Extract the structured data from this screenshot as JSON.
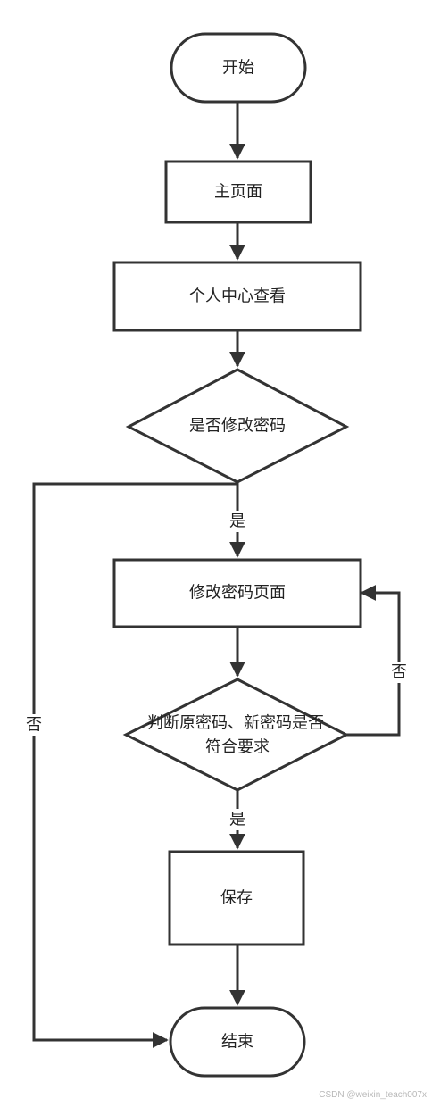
{
  "flowchart": {
    "nodes": {
      "start": "开始",
      "home": "主页面",
      "profile": "个人中心查看",
      "decision_change": "是否修改密码",
      "change_page": "修改密码页面",
      "decision_check_line1": "判断原密码、新密码是否",
      "decision_check_line2": "符合要求",
      "save": "保存",
      "end": "结束"
    },
    "edge_labels": {
      "yes_to_change_page": "是",
      "no_to_end": "否",
      "no_back_to_change_page": "否",
      "yes_to_save": "是"
    }
  },
  "watermark": "CSDN @weixin_teach007x"
}
